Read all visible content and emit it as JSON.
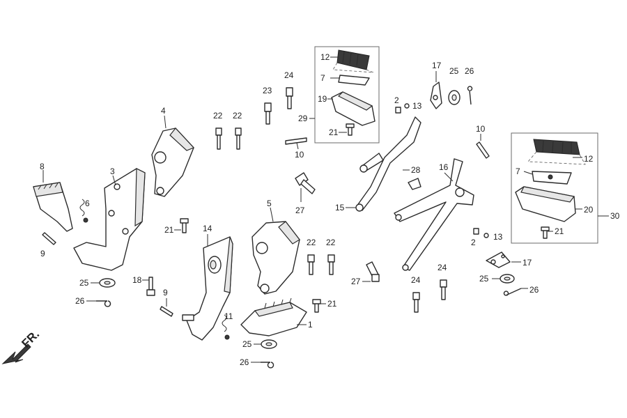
{
  "direction_label": "FR.",
  "labels": {
    "l1": "1",
    "l2a": "2",
    "l2b": "2",
    "l3": "3",
    "l4": "4",
    "l5": "5",
    "l6": "6",
    "l7a": "7",
    "l7b": "7",
    "l8": "8",
    "l9a": "9",
    "l9b": "9",
    "l10a": "10",
    "l10b": "10",
    "l11": "11",
    "l12a": "12",
    "l12b": "12",
    "l13a": "13",
    "l13b": "13",
    "l14": "14",
    "l15": "15",
    "l16": "16",
    "l17a": "17",
    "l17b": "17",
    "l18": "18",
    "l19": "19",
    "l20": "20",
    "l21a": "21",
    "l21b": "21",
    "l21c": "21",
    "l21d": "21",
    "l22a": "22",
    "l22b": "22",
    "l22c": "22",
    "l22d": "22",
    "l23": "23",
    "l24a": "24",
    "l24b": "24",
    "l24c": "24",
    "l25a": "25",
    "l25b": "25",
    "l25c": "25",
    "l25d": "25",
    "l26a": "26",
    "l26b": "26",
    "l26c": "26",
    "l26d": "26",
    "l27a": "27",
    "l27b": "27",
    "l28": "28",
    "l29": "29",
    "l30": "30"
  },
  "colors": {
    "line": "#2b2b2b",
    "background": "#ffffff"
  }
}
